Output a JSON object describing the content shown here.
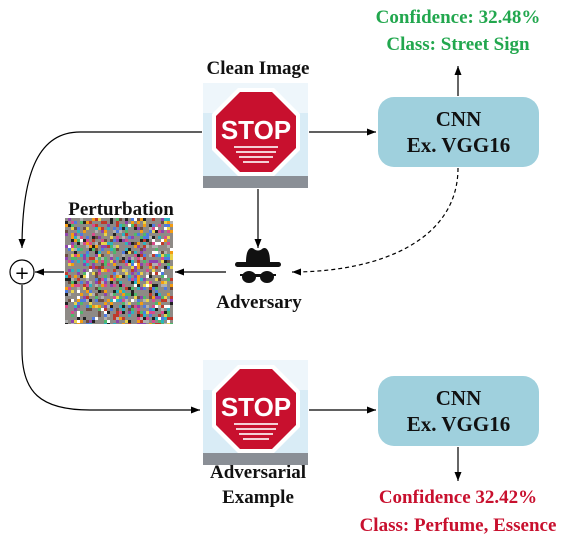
{
  "top": {
    "confidence": "Confidence: 32.48%",
    "class_label": "Class: Street Sign"
  },
  "clean_image": {
    "title": "Clean Image",
    "sign_text": "STOP"
  },
  "cnn_top": {
    "line1": "CNN",
    "line2": "Ex. VGG16"
  },
  "perturbation": {
    "title": "Perturbation"
  },
  "adversary": {
    "label": "Adversary"
  },
  "add_symbol": "+",
  "adversarial_image": {
    "title_line1": "Adversarial",
    "title_line2": "Example",
    "sign_text": "STOP"
  },
  "cnn_bottom": {
    "line1": "CNN",
    "line2": "Ex. VGG16"
  },
  "bottom": {
    "confidence": "Confidence 32.42%",
    "class_label": "Class: Perfume, Essence"
  },
  "colors": {
    "cnn_fill": "#9fd0dd",
    "confidence_clean": "#22a74e",
    "confidence_adversarial": "#c8102e",
    "stop_sign": "#c8102e",
    "sky": "#d9ecf6"
  },
  "icons": [
    "stop-sign-photo",
    "noise-pattern",
    "hacker-incognito-icon",
    "plus-circle-icon"
  ]
}
